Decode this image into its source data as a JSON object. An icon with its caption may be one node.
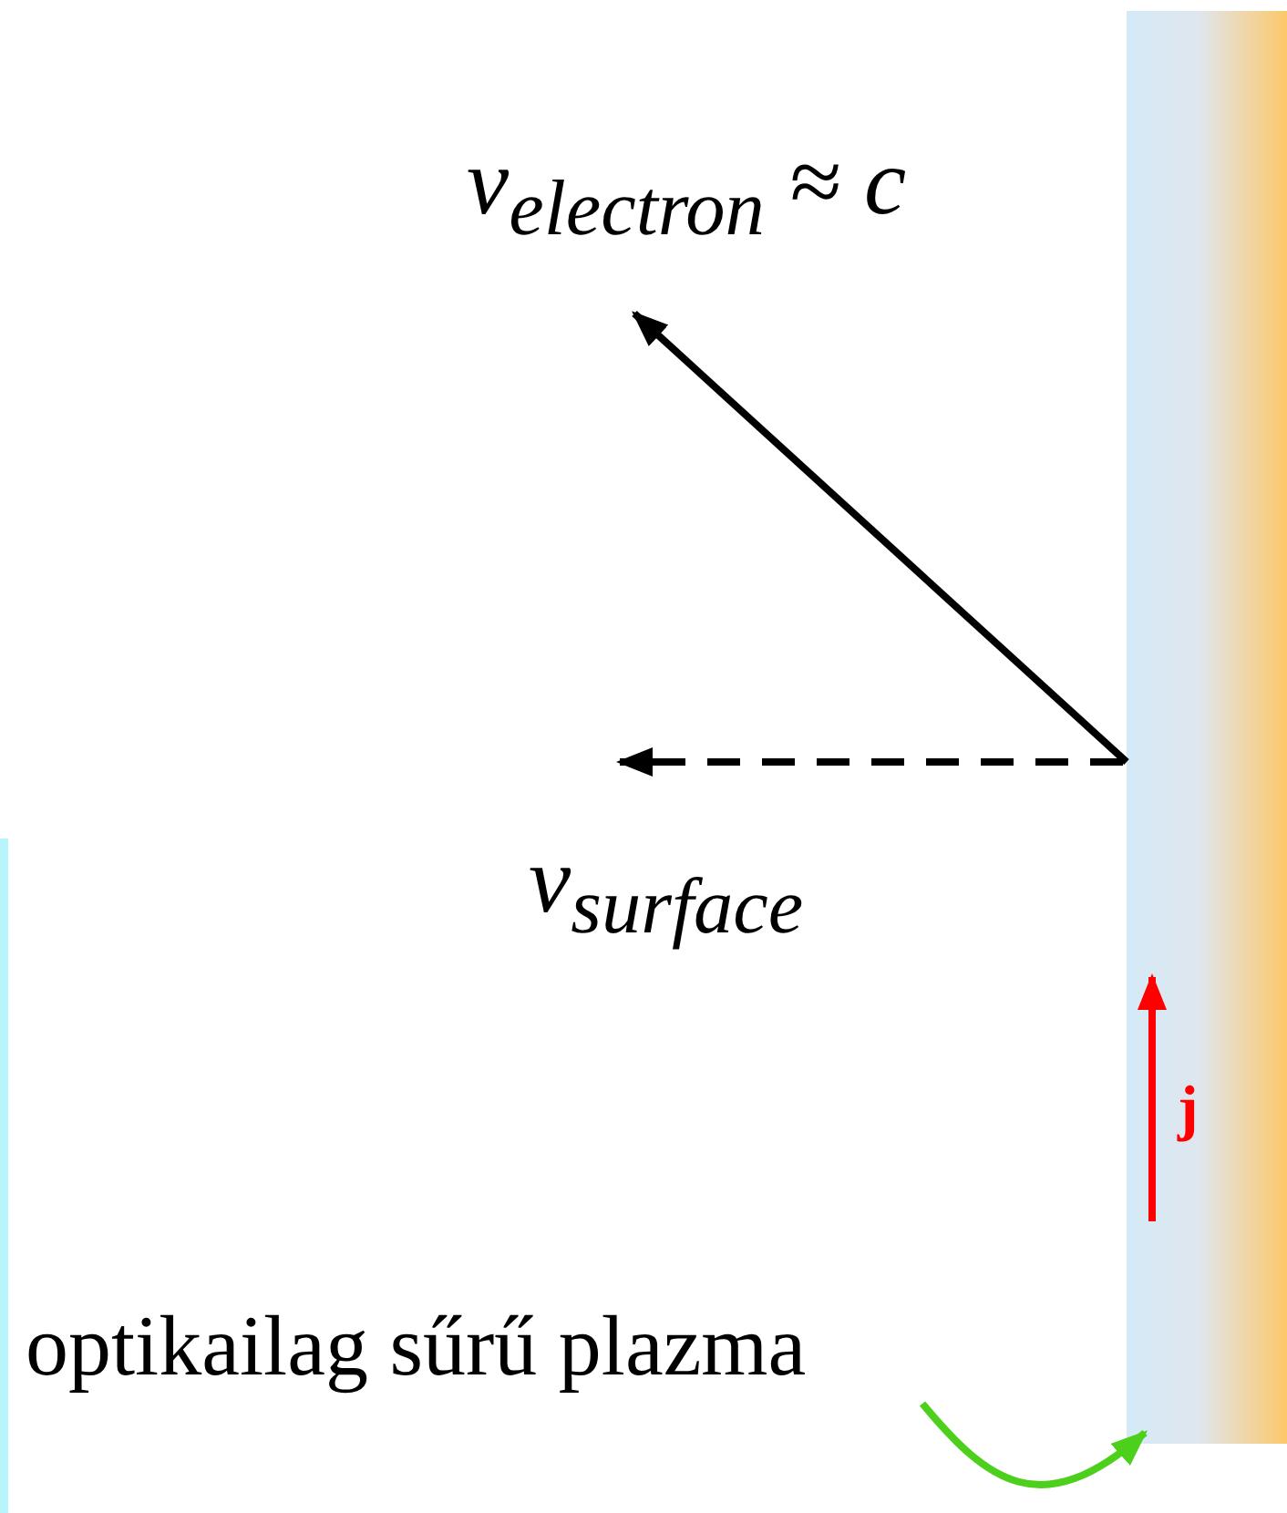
{
  "diagram": {
    "nodes": [
      {
        "text": [
          "optikailag sűrű plazma"
        ]
      },
      {
        "text": [],
        "shape": "bar"
      }
    ],
    "edges": [
      {
        "from": 0,
        "to": 1,
        "arrow": "to",
        "color": "#4cd01c"
      }
    ],
    "labels": [
      "v$_{electron}$ ≈ c",
      "v$_{surface}$",
      "j"
    ]
  }
}
